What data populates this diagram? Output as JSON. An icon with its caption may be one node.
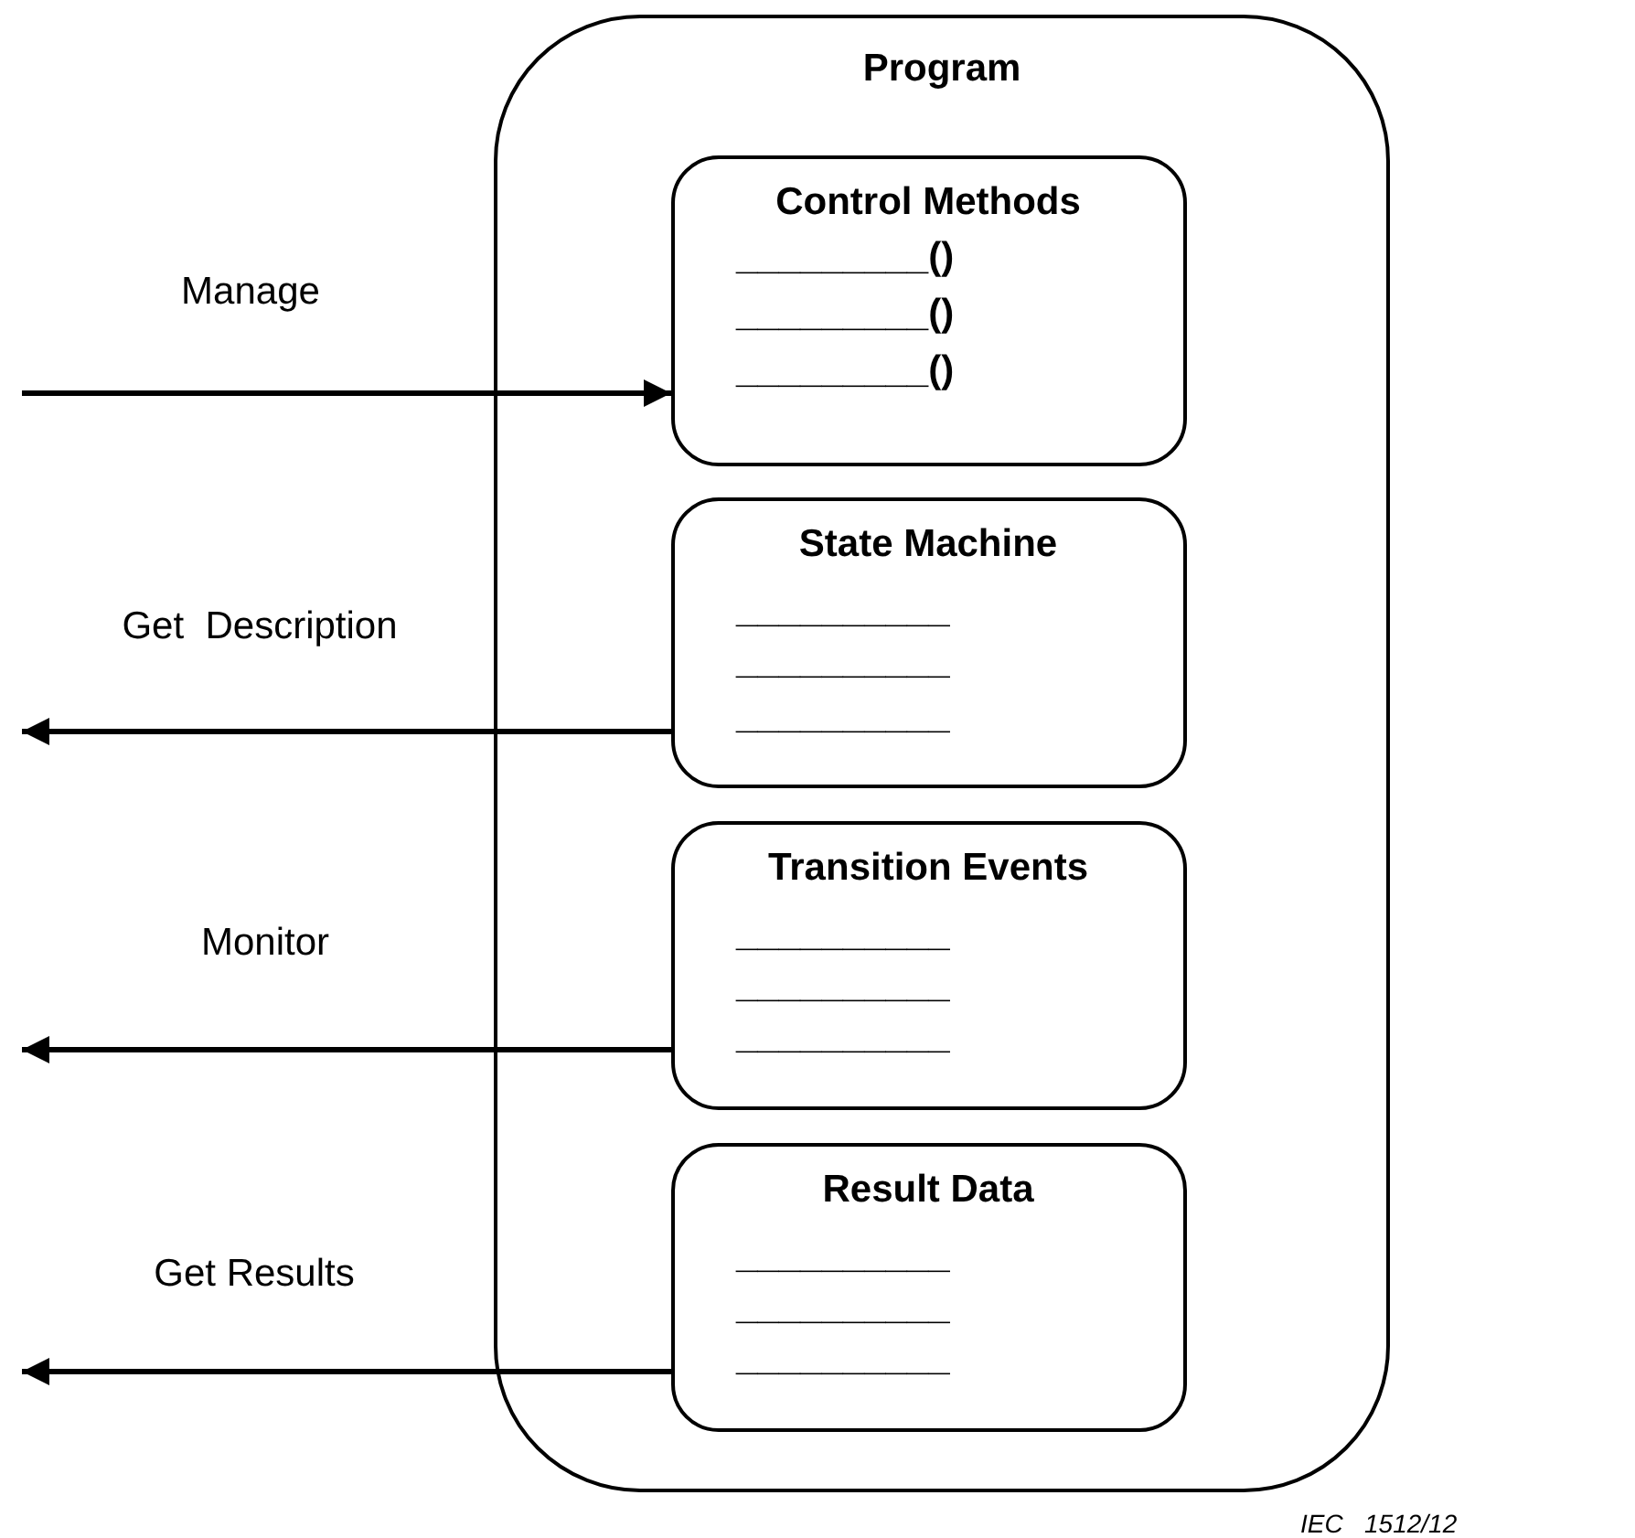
{
  "diagram": {
    "nodes": [
      {
        "text": [
          "Program"
        ]
      },
      {
        "text": [
          "Control Methods",
          "_________()",
          "_________()",
          "_________()"
        ],
        "in": 0
      },
      {
        "text": [
          "State Machine",
          "__________",
          "__________",
          "__________"
        ],
        "in": 0
      },
      {
        "text": [
          "Transition Events",
          "__________",
          "__________",
          "__________"
        ],
        "in": 0
      },
      {
        "text": [
          "Result Data",
          "__________",
          "__________",
          "__________"
        ],
        "in": 0
      }
    ],
    "edges": [
      {
        "from": null,
        "to": 1,
        "arrow": "to",
        "label": "Manage"
      },
      {
        "from": 2,
        "to": null,
        "arrow": "to",
        "label": "Get  Description"
      },
      {
        "from": 3,
        "to": null,
        "arrow": "to",
        "label": "Monitor"
      },
      {
        "from": 4,
        "to": null,
        "arrow": "to",
        "label": "Get Results"
      }
    ],
    "labels": [
      "IEC   1512/12"
    ]
  }
}
